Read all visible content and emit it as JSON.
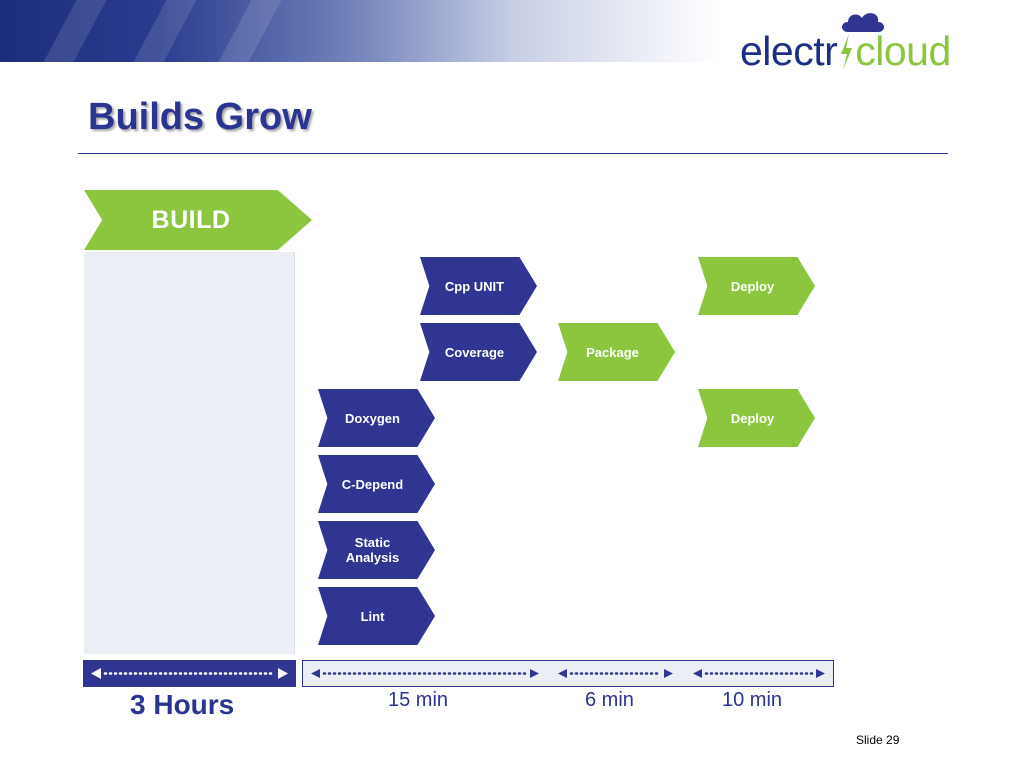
{
  "logo": {
    "text_left": "electr",
    "text_right": "cloud"
  },
  "title": "Builds Grow",
  "stages": {
    "build": "BUILD",
    "cpp_unit": "Cpp UNIT",
    "coverage": "Coverage",
    "doxygen": "Doxygen",
    "c_depend": "C-Depend",
    "static_analysis_1": "Static",
    "static_analysis_2": "Analysis",
    "lint": "Lint",
    "package": "Package",
    "deploy_1": "Deploy",
    "deploy_2": "Deploy"
  },
  "durations": {
    "build": "3 Hours",
    "seg1": "15 min",
    "seg2": "6 min",
    "seg3": "10 min"
  },
  "footer": {
    "slide": "Slide 29"
  },
  "colors": {
    "navy": "#2f3591",
    "green": "#8cc63f",
    "title": "#2a3591"
  }
}
